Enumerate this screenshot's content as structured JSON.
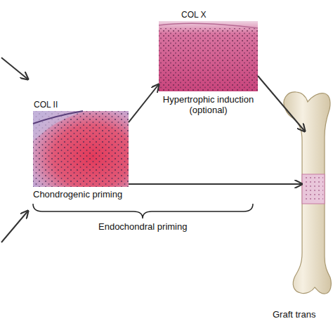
{
  "diagram": {
    "nodes": [
      {
        "text": [
          "COL II",
          "Chondrogenic priming"
        ]
      },
      {
        "text": [
          "COL X",
          "Hypertrophic induction (optional)"
        ]
      },
      {
        "text": [
          "Graft trans"
        ]
      }
    ],
    "edges": [
      {
        "from": 0,
        "to": 1,
        "arrow": "to"
      },
      {
        "from": 1,
        "to": 2,
        "arrow": "to"
      },
      {
        "from": 0,
        "to": 2,
        "arrow": "to"
      }
    ],
    "labels": [
      "Endochondral priming"
    ]
  }
}
